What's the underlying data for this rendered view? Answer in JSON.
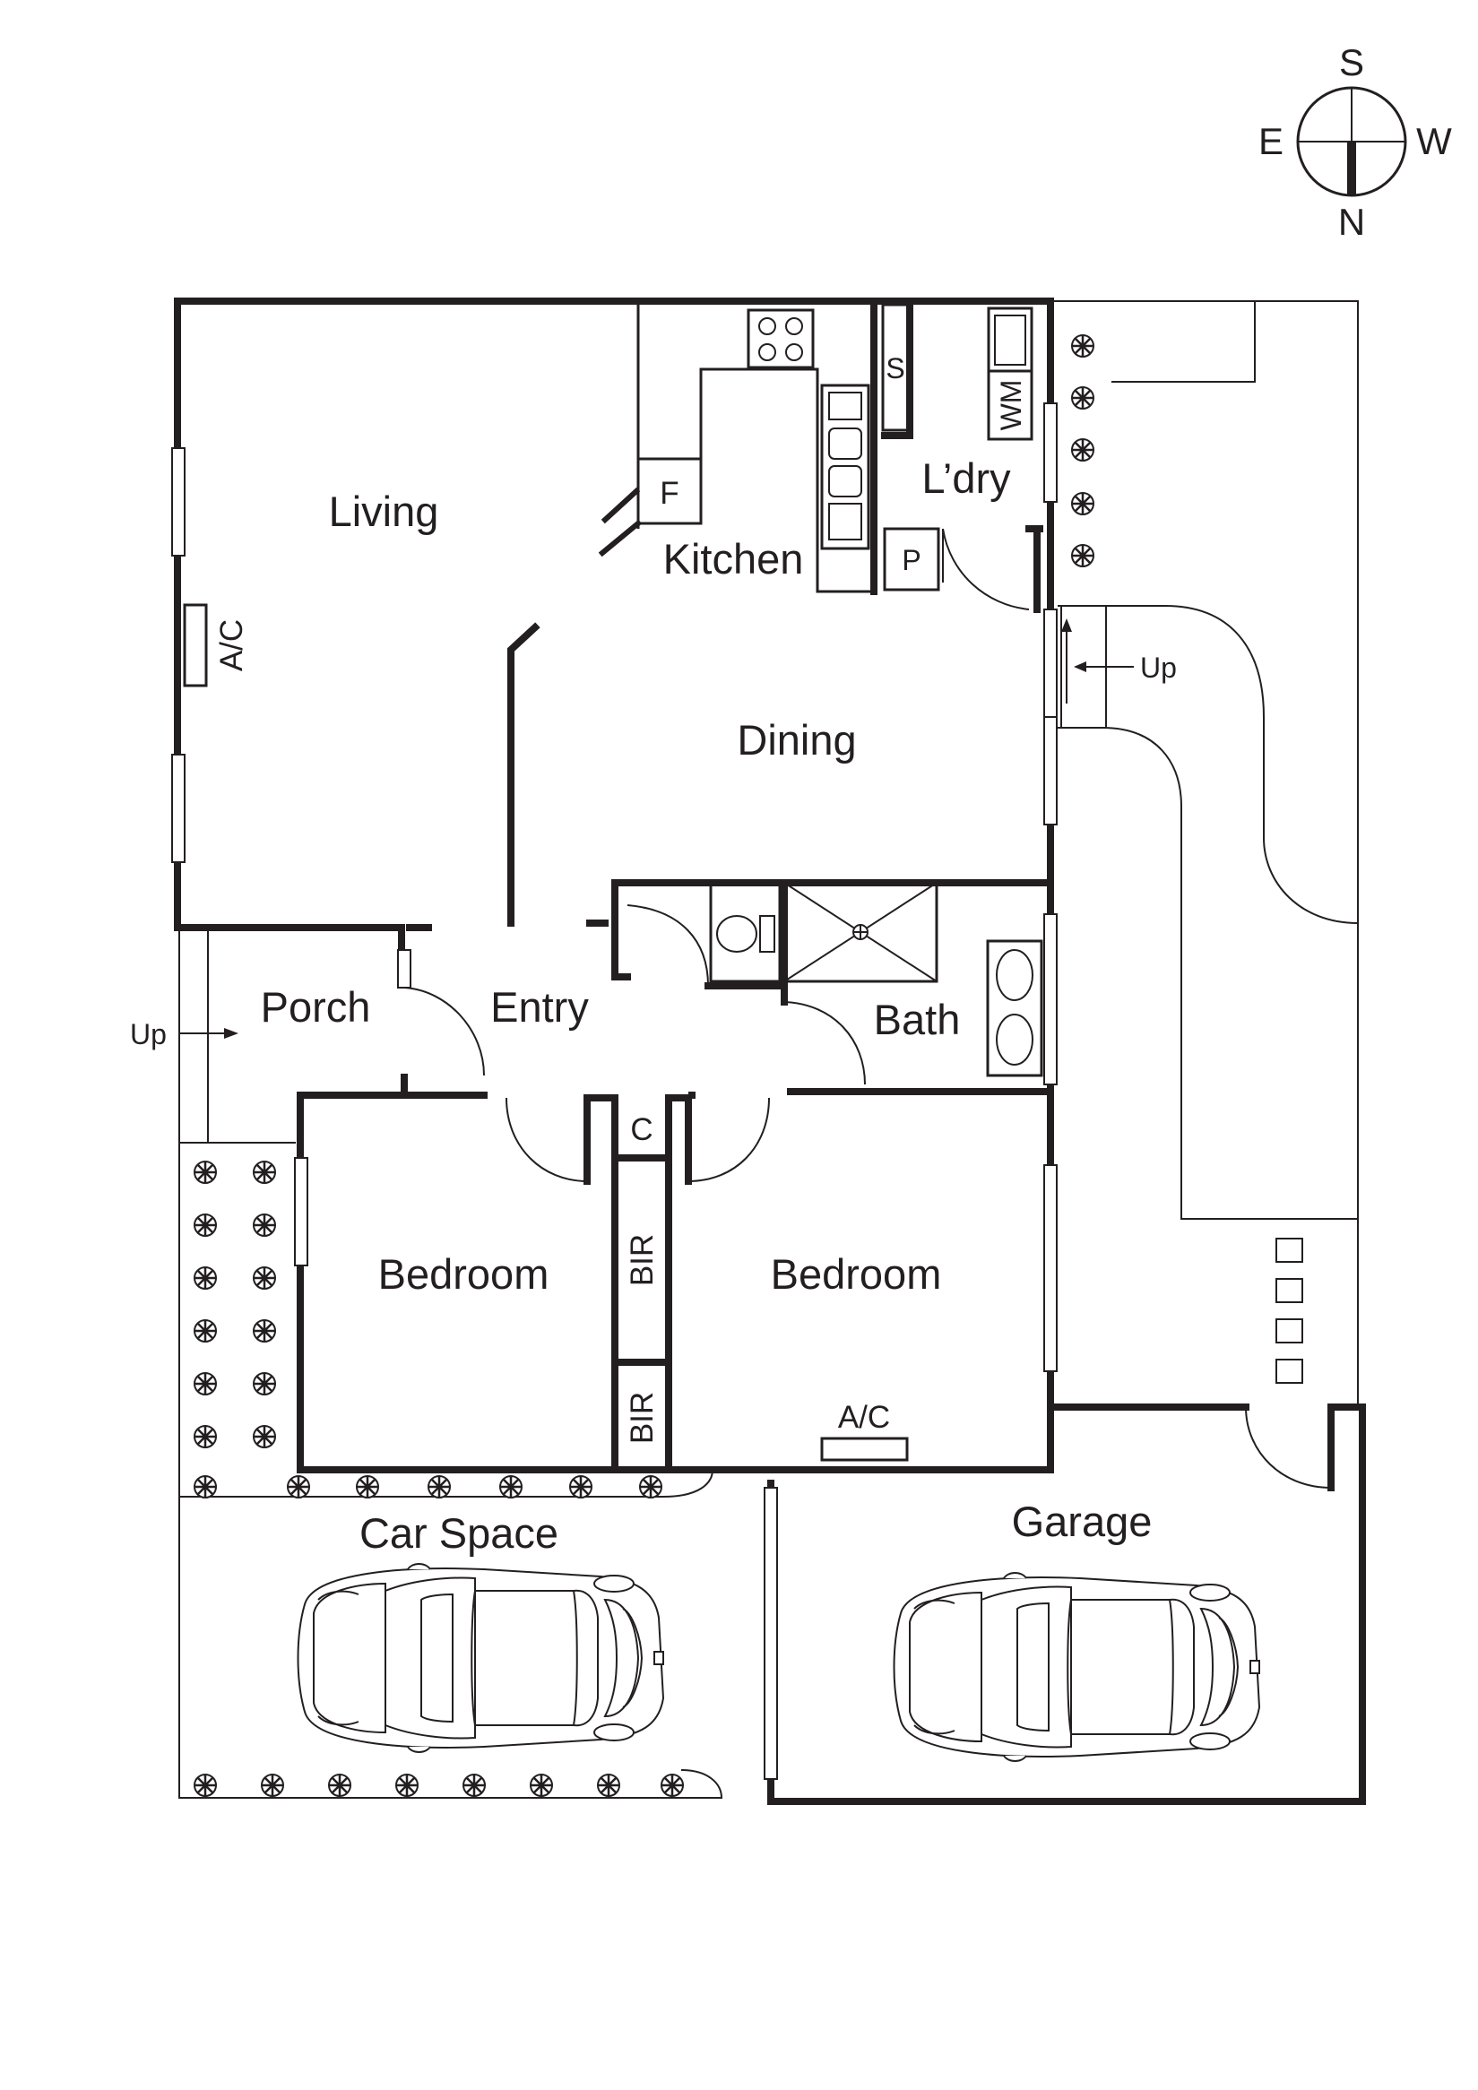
{
  "compass": {
    "south": "S",
    "east": "E",
    "west": "W",
    "north": "N"
  },
  "rooms": {
    "living": "Living",
    "kitchen": "Kitchen",
    "laundry": "L’dry",
    "dining": "Dining",
    "porch": "Porch",
    "entry": "Entry",
    "bath": "Bath",
    "bedroom_1": "Bedroom",
    "bedroom_2": "Bedroom",
    "car_space": "Car Space",
    "garage": "Garage"
  },
  "fixtures": {
    "ac_living": "A/C",
    "ac_bedroom": "A/C",
    "fridge": "F",
    "pantry": "P",
    "storage": "S",
    "washing_machine": "WM",
    "cupboard": "C",
    "bir_1": "BIR",
    "bir_2": "BIR",
    "up_porch": "Up",
    "up_side": "Up"
  },
  "colors": {
    "ink": "#231f20",
    "background": "#ffffff"
  }
}
